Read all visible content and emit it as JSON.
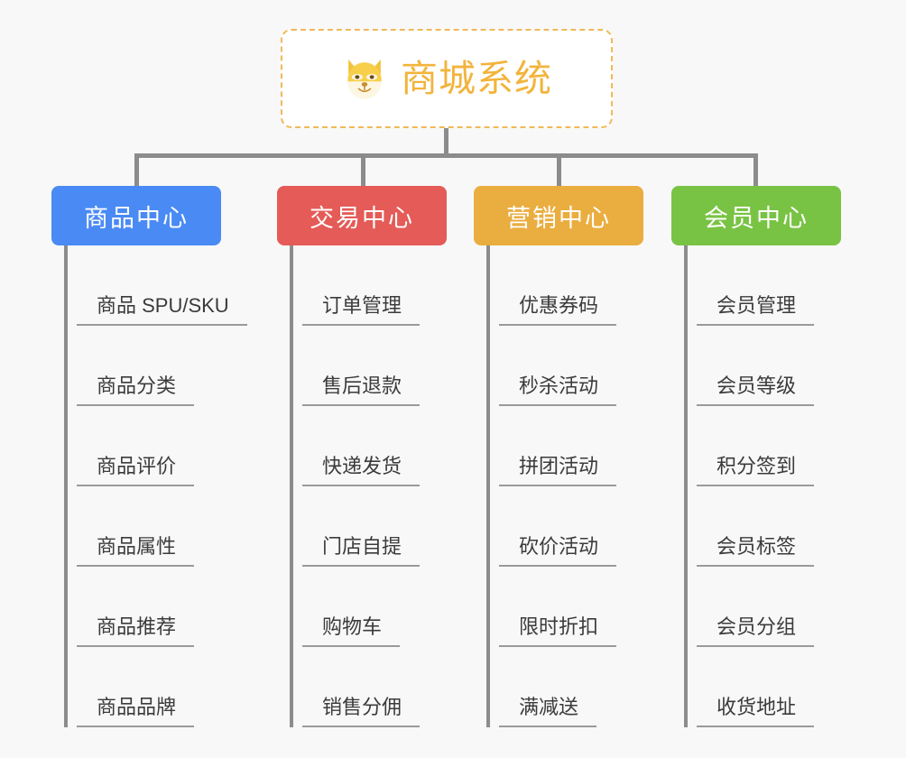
{
  "canvas": {
    "background": "#f8f8f8",
    "line_color": "#8c8c8c",
    "underline_color": "#9a9a9a",
    "text_color": "#3b3b3b"
  },
  "root": {
    "title": "商城系统",
    "icon": "shiba-dog-face-icon",
    "text_color": "#f2b43c",
    "border_color": "#f0b95a",
    "fill": "#ffffff"
  },
  "columns": [
    {
      "title": "商品中心",
      "color": "#4a8af4",
      "items": [
        "商品 SPU/SKU",
        "商品分类",
        "商品评价",
        "商品属性",
        "商品推荐",
        "商品品牌"
      ]
    },
    {
      "title": "交易中心",
      "color": "#e45b57",
      "items": [
        "订单管理",
        "售后退款",
        "快递发货",
        "门店自提",
        "购物车",
        "销售分佣"
      ]
    },
    {
      "title": "营销中心",
      "color": "#eaad3f",
      "items": [
        "优惠券码",
        "秒杀活动",
        "拼团活动",
        "砍价活动",
        "限时折扣",
        "满减送"
      ]
    },
    {
      "title": "会员中心",
      "color": "#79c344",
      "items": [
        "会员管理",
        "会员等级",
        "积分签到",
        "会员标签",
        "会员分组",
        "收货地址"
      ]
    }
  ]
}
